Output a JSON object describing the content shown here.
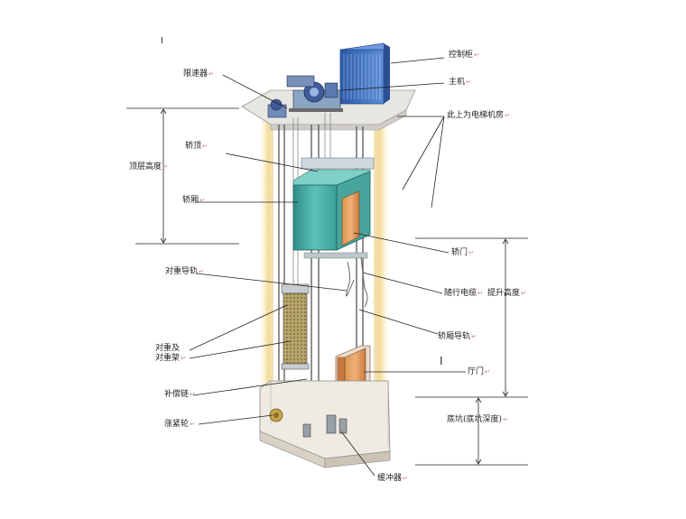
{
  "labels": {
    "control_cabinet": "控制柜",
    "main_machine": "主机",
    "machine_room": "此上为电梯机房",
    "speed_governor": "限速器",
    "car_top": "轿顶",
    "top_height": "顶层高度",
    "car": "轿厢",
    "car_door": "轿门",
    "counterweight_rail": "对重导轨",
    "travel_cable": "随行电缆",
    "lift_height": "提升高度",
    "car_rail": "轿厢导轨",
    "counterweight_1": "对重及",
    "counterweight_2": "对重架",
    "landing_door": "厅门",
    "comp_chain": "补偿链",
    "pit": "底坑(底坑深度)",
    "tension_wheel": "涨紧轮",
    "buffer": "缓冲器",
    "return_mark": "↵"
  },
  "colors": {
    "shaft_glow": "#f6e6b8",
    "car": "#4bb0a8",
    "cabinet": "#3a6fc0",
    "door": "#c97a40",
    "line": "#222222"
  }
}
